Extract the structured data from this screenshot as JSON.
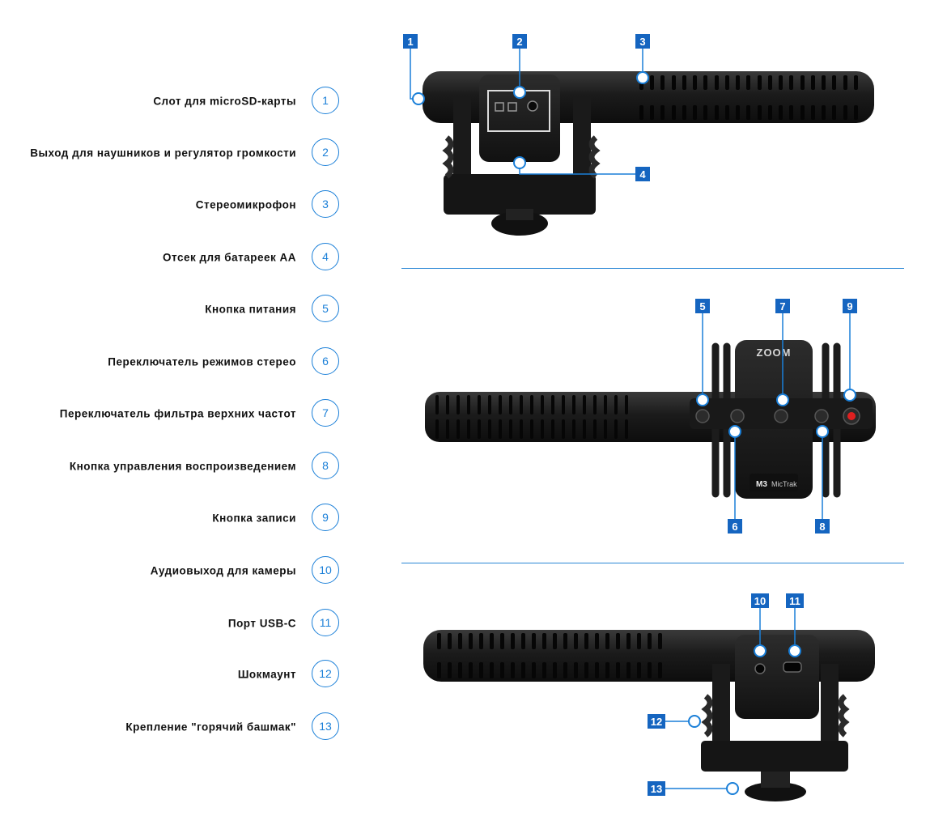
{
  "legend": [
    {
      "num": "1",
      "label": "Слот для microSD-карты"
    },
    {
      "num": "2",
      "label": "Выход для наушников и регулятор громкости"
    },
    {
      "num": "3",
      "label": "Стереомикрофон"
    },
    {
      "num": "4",
      "label": "Отсек для батареек АА"
    },
    {
      "num": "5",
      "label": "Кнопка питания"
    },
    {
      "num": "6",
      "label": "Переключатель режимов стерео"
    },
    {
      "num": "7",
      "label": "Переключатель фильтра верхних частот"
    },
    {
      "num": "8",
      "label": "Кнопка управления воспроизведением"
    },
    {
      "num": "9",
      "label": "Кнопка записи"
    },
    {
      "num": "10",
      "label": "Аудиовыход для камеры"
    },
    {
      "num": "11",
      "label": "Порт USB-C"
    },
    {
      "num": "12",
      "label": "Шокмаунт"
    },
    {
      "num": "13",
      "label": "Крепление \"горячий башмак\""
    }
  ],
  "device": {
    "brand": "ZOOM",
    "model": "M3",
    "name": "MicTrak"
  },
  "colors": {
    "accent": "#1a7fd8",
    "tag": "#1565c0",
    "body": "#1f1f1f",
    "record": "#e02020"
  }
}
